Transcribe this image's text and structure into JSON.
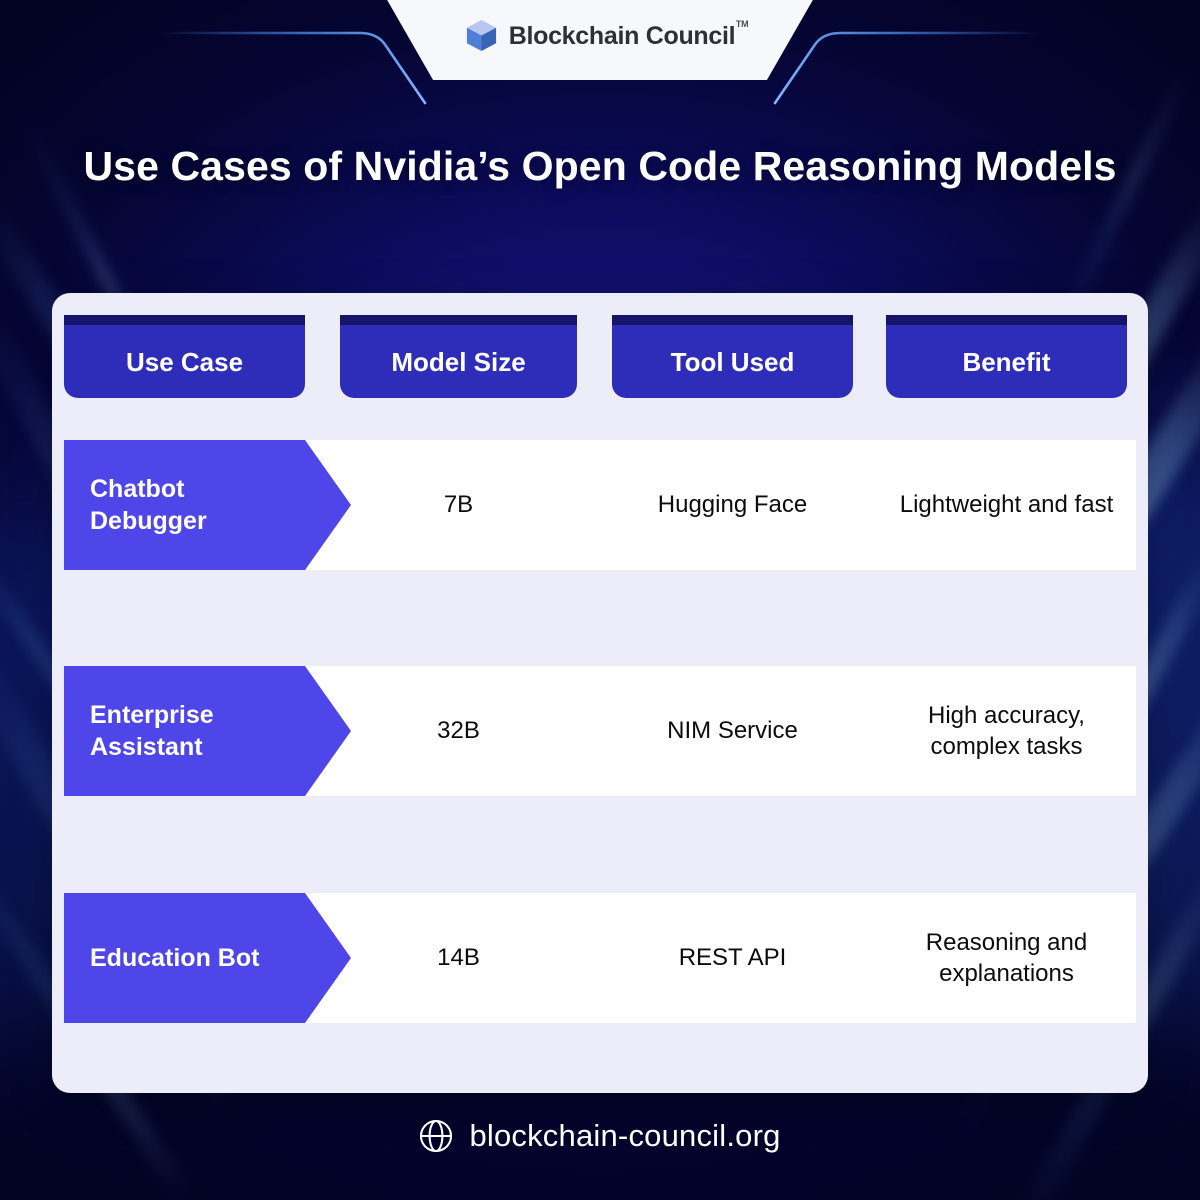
{
  "brand": {
    "logo_text": "Blockchain Council",
    "logo_tm": "TM",
    "logo_icon": "cube-icon"
  },
  "header": {
    "title": "Use Cases of Nvidia’s Open Code Reasoning Models"
  },
  "table": {
    "columns": [
      "Use Case",
      "Model Size",
      "Tool Used",
      "Benefit"
    ],
    "rows": [
      {
        "use_case": "Chatbot Debugger",
        "model_size": "7B",
        "tool_used": "Hugging Face",
        "benefit": "Lightweight and fast"
      },
      {
        "use_case": "Enterprise Assistant",
        "model_size": "32B",
        "tool_used": "NIM Service",
        "benefit": "High accuracy, complex tasks"
      },
      {
        "use_case": "Education Bot",
        "model_size": "14B",
        "tool_used": "REST API",
        "benefit": "Reasoning and explanations"
      }
    ]
  },
  "footer": {
    "url": "blockchain-council.org",
    "icon": "globe-icon"
  },
  "colors": {
    "background_navy": "#050540",
    "panel_lavender": "#ecedf9",
    "header_pill_blue": "#2d2db9",
    "header_pill_top_strip": "#14146b",
    "arrow_purple": "#4f46ea",
    "row_white": "#ffffff",
    "title_white": "#ffffff",
    "body_text": "#0c0c0c",
    "trace_line_blue": "#4a8ef0"
  }
}
